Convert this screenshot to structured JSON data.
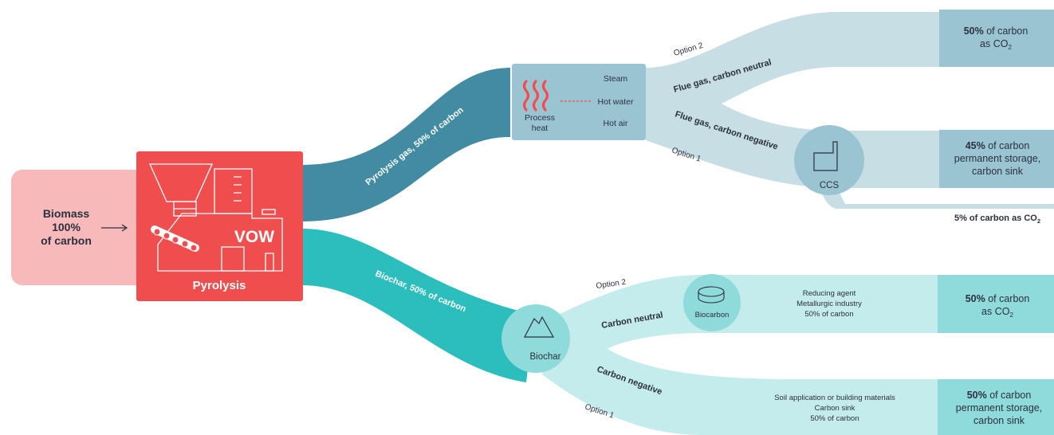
{
  "biomass": {
    "line1": "Biomass",
    "line2": "100%",
    "line3": "of carbon"
  },
  "pyrolysis": {
    "label": "Pyrolysis",
    "brand": "VOW"
  },
  "gas_flow": {
    "label": "Pyrolysis gas, 50% of carbon"
  },
  "char_flow": {
    "label": "Biochar, 50% of carbon"
  },
  "process_heat": {
    "label_line1": "Process",
    "label_line2": "heat",
    "outputs": [
      "Steam",
      "Hot water",
      "Hot air"
    ]
  },
  "gas_branches": {
    "option2": "Option 2",
    "option1": "Option 1",
    "neutral": "Flue gas, carbon neutral",
    "negative": "Flue gas, carbon negative",
    "ccs": "CCS"
  },
  "gas_results": {
    "r1": {
      "pct": "50%",
      "line1": " of carbon",
      "line2": "as CO",
      "sub": "2"
    },
    "r2": {
      "pct": "45%",
      "line1": " of carbon",
      "line2": "permanent storage,",
      "line3": "carbon sink"
    },
    "r3": {
      "text": "5% of carbon as CO",
      "sub": "2"
    }
  },
  "char_branches": {
    "option2": "Option 2",
    "option1": "Option 1",
    "neutral": "Carbon neutral",
    "negative": "Carbon negative",
    "biochar": "Biochar",
    "biocarbon": "Biocarbon",
    "neutral_desc": [
      "Reducing agent",
      "Metallurgic industry",
      "50% of carbon"
    ],
    "negative_desc": [
      "Soil application or building materials",
      "Carbon sink",
      "50% of carbon"
    ]
  },
  "char_results": {
    "r1": {
      "pct": "50%",
      "line1": " of carbon",
      "line2": "as CO",
      "sub": "2"
    },
    "r2": {
      "pct": "50%",
      "line1": " of carbon",
      "line2": "permanent storage,",
      "line3": "carbon sink"
    }
  },
  "colors": {
    "biomass": "#f7b9b9",
    "pyrolysis": "#f04e4e",
    "gas": "#428ba2",
    "gas_light": "#c7dee5",
    "gas_box": "#9bc4d2",
    "char": "#2cbdbd",
    "char_light": "#c4ecec",
    "char_box": "#8fdada"
  }
}
